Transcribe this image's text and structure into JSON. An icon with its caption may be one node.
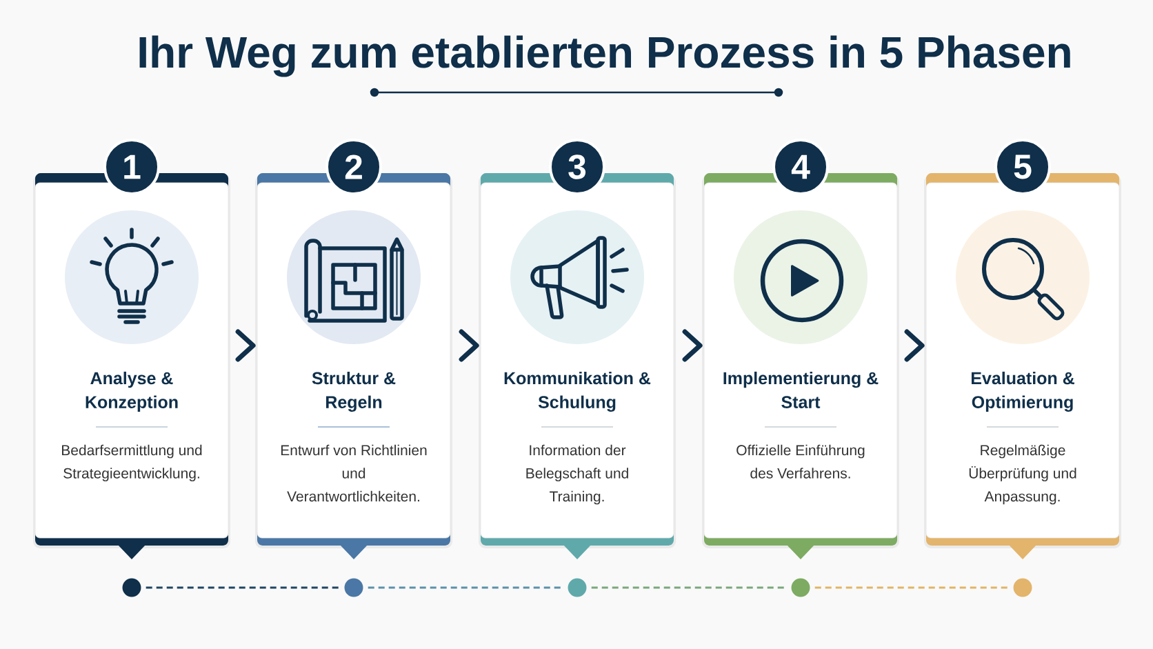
{
  "diagram": {
    "title": "Ihr Weg zum etablierten Prozess in 5 Phasen",
    "nodes": [
      {
        "text": [
          "1"
        ]
      },
      {
        "text": [
          "2"
        ]
      },
      {
        "text": [
          "3"
        ]
      },
      {
        "text": [
          "4"
        ]
      },
      {
        "text": [
          "5"
        ]
      },
      {
        "text": [
          "Analyse & Konzeption",
          "Bedarfsermittlung und Strategieentwicklung."
        ]
      },
      {
        "text": [
          "Struktur & Regeln",
          "Entwurf von Richtlinien und Verantwortlichkeiten."
        ]
      },
      {
        "text": [
          "Kommunikation & Schulung",
          "Information der Belegschaft und Training."
        ]
      },
      {
        "text": [
          "Implementierung & Start",
          "Offizielle Einführung des Verfahrens."
        ]
      },
      {
        "text": [
          "Evaluation & Optimierung",
          "Regelmäßige Überprüfung und Anpassung."
        ]
      },
      {
        "text": [],
        "shape": "circle"
      },
      {
        "text": [],
        "shape": "circle"
      },
      {
        "text": [],
        "shape": "circle"
      },
      {
        "text": [],
        "shape": "circle"
      },
      {
        "text": [],
        "shape": "circle"
      }
    ],
    "edges": [
      {
        "from": 5,
        "to": 6,
        "arrow": "to",
        "style": "thick"
      },
      {
        "from": 6,
        "to": 7,
        "arrow": "to",
        "style": "thick"
      },
      {
        "from": 7,
        "to": 8,
        "arrow": "to",
        "style": "thick"
      },
      {
        "from": 8,
        "to": 9,
        "arrow": "to",
        "style": "thick"
      },
      {
        "from": 10,
        "to": 11,
        "arrow": "none",
        "style": "dashed",
        "color": "#1f4563"
      },
      {
        "from": 11,
        "to": 12,
        "arrow": "none",
        "style": "dashed",
        "color": "#5a91a9"
      },
      {
        "from": 12,
        "to": 13,
        "arrow": "none",
        "style": "dashed",
        "color": "#7aa77c"
      },
      {
        "from": 13,
        "to": 14,
        "arrow": "none",
        "style": "dashed",
        "color": "#e1b565"
      }
    ]
  }
}
